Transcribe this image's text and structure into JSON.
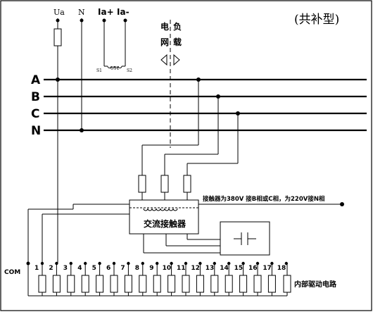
{
  "diagram": {
    "mode_label": "(共补型)",
    "top_labels": {
      "ua": "Ua",
      "n": "N",
      "ia_plus": "Ia+",
      "ia_minus": "Ia-"
    },
    "ct": {
      "s1": "S1",
      "ct": "CT1",
      "s2": "S2"
    },
    "grid_load": {
      "grid_1": "电",
      "grid_2": "网",
      "load_1": "负",
      "load_2": "载"
    },
    "bus_labels": [
      "A",
      "B",
      "C",
      "N"
    ],
    "contactor_note": "接触器为380V 接B相或C相，为220V接N相",
    "contactor_label": "交流接触器",
    "com_label": "COM",
    "terminal_numbers": [
      "1",
      "2",
      "3",
      "4",
      "5",
      "6",
      "7",
      "8",
      "9",
      "10",
      "11",
      "12",
      "13",
      "14",
      "15",
      "16",
      "17",
      "18"
    ],
    "internal_drive_label": "内部驱动电路",
    "icons": [
      "fuse-icon",
      "current-transformer-icon",
      "direction-arrows-icon",
      "capacitor-icon",
      "relay-driver-icon"
    ]
  }
}
